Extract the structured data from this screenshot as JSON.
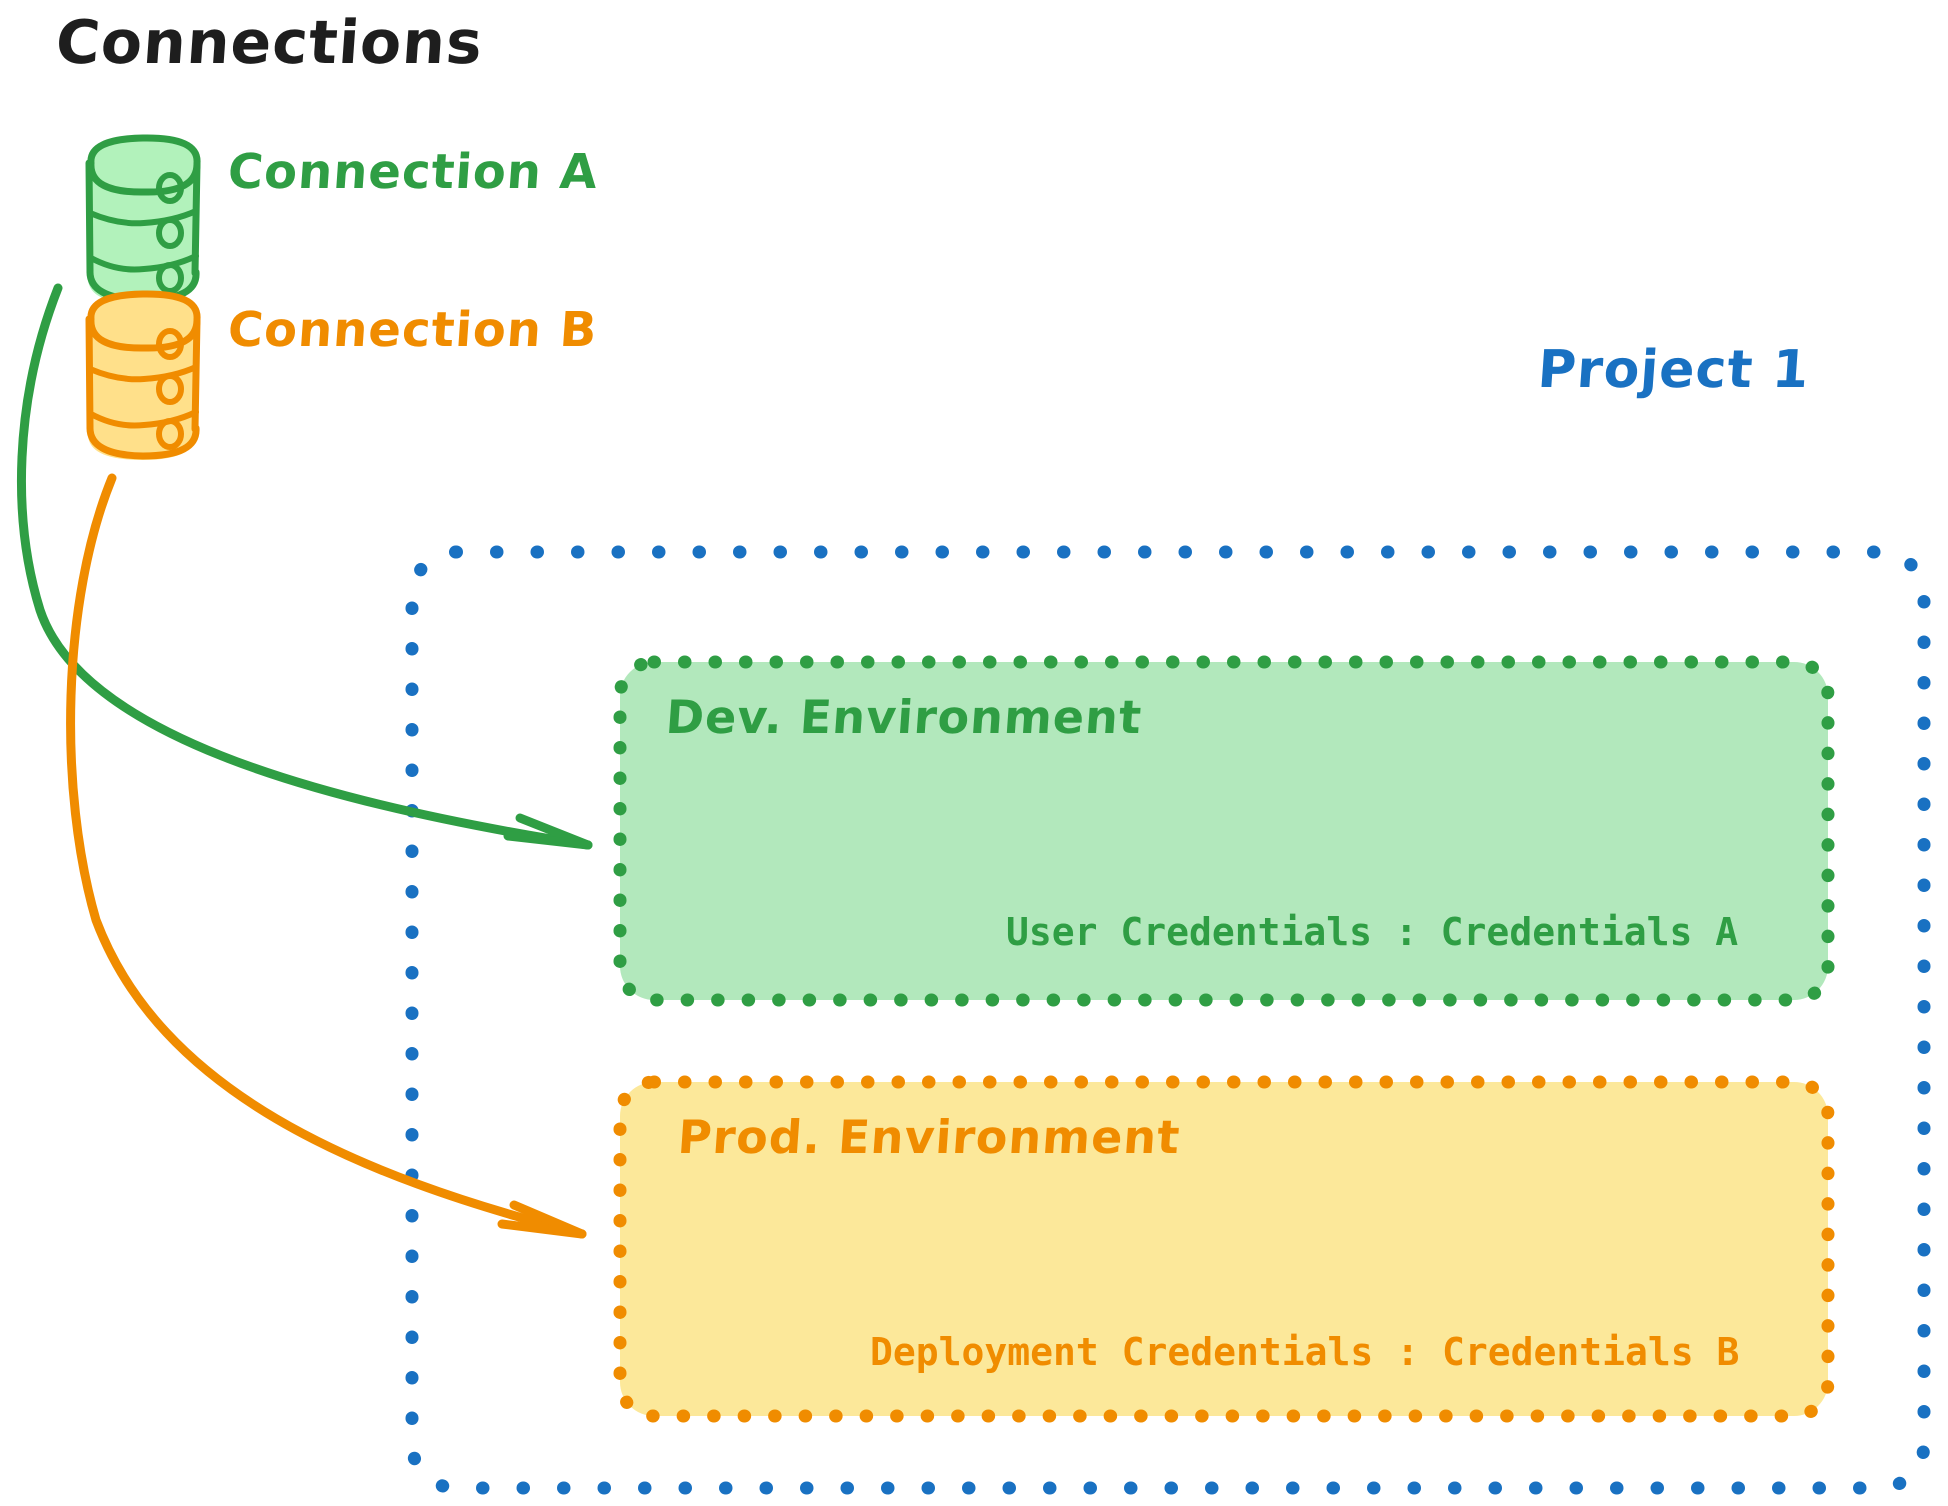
{
  "diagram": {
    "title": "Connections",
    "connections": [
      {
        "id": "connection-a",
        "label": "Connection A",
        "icon": "database-icon",
        "color": "#2f9e44",
        "fill": "#b2f2bb"
      },
      {
        "id": "connection-b",
        "label": "Connection B",
        "icon": "database-icon",
        "color": "#f08c00",
        "fill": "#ffe08a"
      }
    ],
    "project": {
      "title": "Project 1",
      "border_color": "#1971c2",
      "environments": [
        {
          "id": "dev-environment",
          "name": "Dev. Environment",
          "credential_label": "User Credentials",
          "credential_separator": ":",
          "credential_value": "Credentials A",
          "credential_line": "User Credentials : Credentials A",
          "border_color": "#2f9e44",
          "fill": "#b2e8bc",
          "source_connection": "Connection A"
        },
        {
          "id": "prod-environment",
          "name": "Prod. Environment",
          "credential_label": "Deployment Credentials",
          "credential_separator": ":",
          "credential_value": "Credentials B",
          "credential_line": "Deployment Credentials : Credentials B",
          "border_color": "#f08c00",
          "fill": "#fce89a",
          "source_connection": "Connection B"
        }
      ]
    },
    "arrows": [
      {
        "id": "arrow-connection-a-to-dev",
        "from": "Connection A",
        "to": "Dev. Environment",
        "color": "#2f9e44"
      },
      {
        "id": "arrow-connection-b-to-prod",
        "from": "Connection B",
        "to": "Prod. Environment",
        "color": "#f08c00"
      }
    ]
  }
}
